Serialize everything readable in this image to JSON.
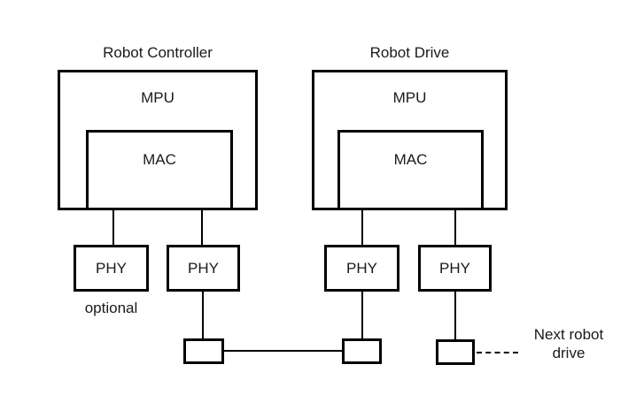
{
  "diagram": {
    "title_left": "Robot Controller",
    "title_right": "Robot Drive",
    "groups": [
      {
        "name": "robot-controller",
        "title": "Robot Controller",
        "outer_label": "MPU",
        "inner_label": "MAC",
        "phys": [
          {
            "label": "PHY",
            "caption": "optional"
          },
          {
            "label": "PHY",
            "caption": ""
          }
        ]
      },
      {
        "name": "robot-drive",
        "title": "Robot Drive",
        "outer_label": "MPU",
        "inner_label": "MAC",
        "phys": [
          {
            "label": "PHY",
            "caption": ""
          },
          {
            "label": "PHY",
            "caption": ""
          }
        ]
      }
    ],
    "optional_caption": "optional",
    "next_caption_line1": "Next robot",
    "next_caption_line2": "drive",
    "connector_labels": [
      "",
      "",
      ""
    ],
    "colors": {
      "stroke": "#000000",
      "text": "#1a1a1a",
      "background": "#ffffff"
    }
  }
}
